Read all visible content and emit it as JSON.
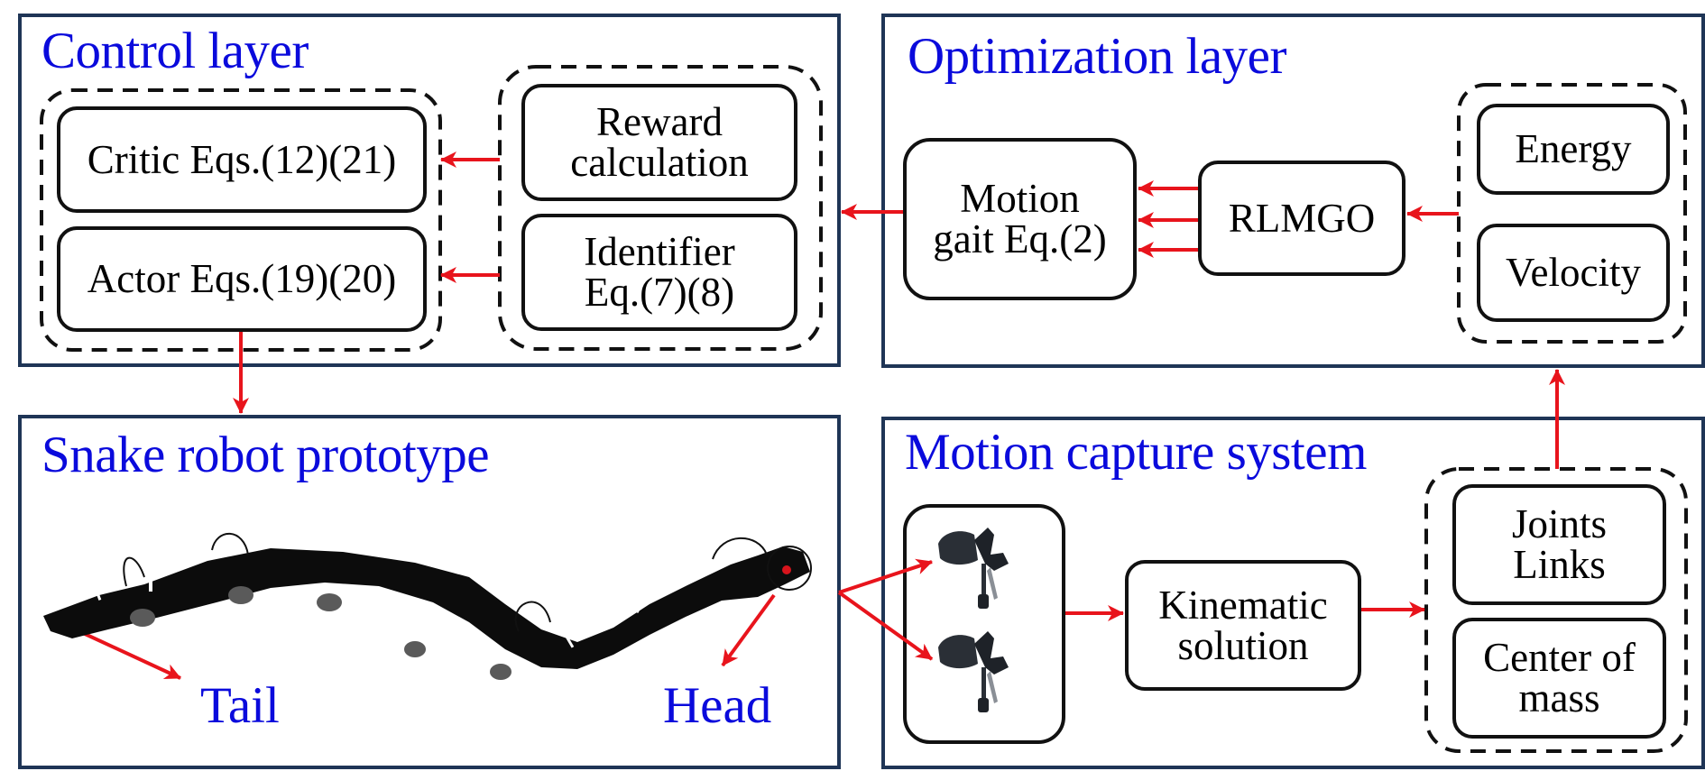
{
  "colors": {
    "panel_border": "#1f3556",
    "title_text": "#0a0adc",
    "arrow": "#e8141c",
    "node_border": "#111111"
  },
  "panels": {
    "control": {
      "title": "Control layer",
      "critic": "Critic Eqs.(12)(21)",
      "actor": "Actor Eqs.(19)(20)",
      "reward": [
        "Reward",
        "calculation"
      ],
      "identifier": [
        "Identifier",
        "Eq.(7)(8)"
      ]
    },
    "optimization": {
      "title": "Optimization layer",
      "motion_gait": [
        "Motion",
        "gait Eq.(2)"
      ],
      "rlmgo": "RLMGO",
      "energy": "Energy",
      "velocity": "Velocity"
    },
    "snake": {
      "title": "Snake robot prototype",
      "tail_label": "Tail",
      "head_label": "Head",
      "image": "snake-robot-photo"
    },
    "motion_capture": {
      "title": "Motion capture system",
      "cameras_image": "motion-capture-cameras",
      "kinematic": [
        "Kinematic",
        "solution"
      ],
      "joints_links": [
        "Joints",
        "Links"
      ],
      "center_of_mass": [
        "Center of",
        "mass"
      ]
    }
  },
  "flows": [
    "Reward calculation → Critic",
    "Identifier → Actor",
    "Motion gait → Control layer",
    "RLMGO → Motion gait (x3)",
    "Energy/Velocity → RLMGO",
    "Actor → Snake robot prototype",
    "Snake head → Cameras (x2)",
    "Cameras → Kinematic solution",
    "Kinematic solution → Joints/Links, Center of mass",
    "Joints/Links, Center of mass → Optimization layer"
  ]
}
